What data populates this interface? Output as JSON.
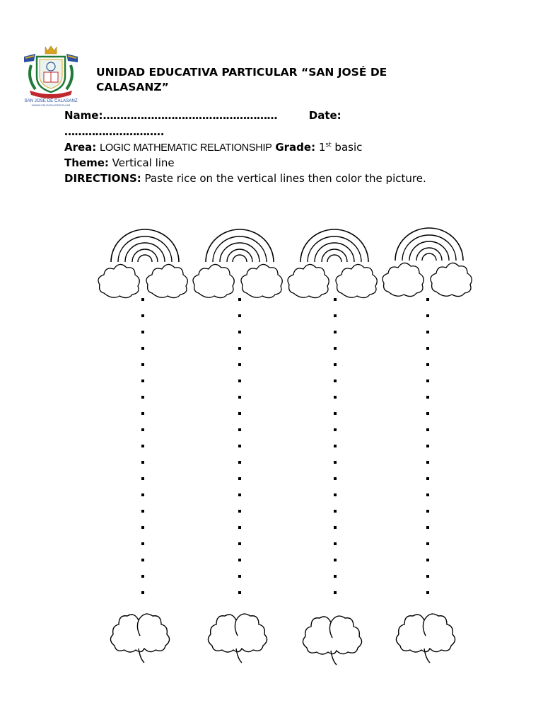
{
  "header": {
    "school_name": "UNIDAD EDUCATIVA PARTICULAR “SAN JOSÉ DE CALASANZ”",
    "logo": {
      "text": "SAN JOSÉ DE CALASANZ",
      "subtext": "UNIDAD EDUCATIVA PARTICULAR",
      "colors": {
        "gold": "#d9a520",
        "green": "#1f7a3a",
        "blue": "#2a4fa0",
        "red": "#c0282e"
      }
    }
  },
  "form": {
    "name_label": "Name:",
    "name_dots": "……………………………………………",
    "date_label": "Date:",
    "date_dots": "………………………..",
    "area_label": "Area:",
    "area_value": "LOGIC MATHEMATIC RELATIONSHIP",
    "grade_label": "Grade:",
    "grade_number": "1",
    "grade_suffix": "st",
    "grade_text": "basic",
    "theme_label": "Theme:",
    "theme_value": "Vertical line",
    "directions_label": "DIRECTIONS:",
    "directions_text": "Paste rice on the vertical lines then color the picture."
  },
  "worksheet": {
    "columns": 4,
    "top_picture": "rainbow-with-clouds",
    "bottom_picture": "shamrock",
    "line_style": "dotted vertical line"
  }
}
